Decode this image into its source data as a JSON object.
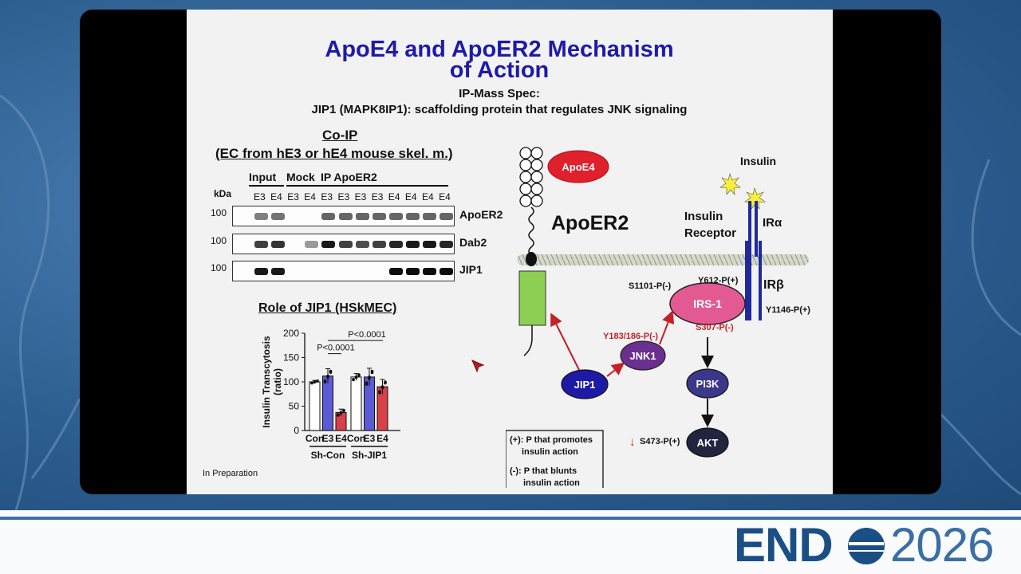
{
  "slide": {
    "title_line1": "ApoE4 and ApoER2 Mechanism",
    "title_line2": "of Action",
    "subtitle_line1": "IP-Mass Spec:",
    "subtitle_line2": "JIP1 (MAPK8IP1): scaffolding protein that regulates JNK signaling",
    "footnote": "In Preparation"
  },
  "coip": {
    "title": "Co-IP",
    "subtitle": "(EC from hE3 or hE4 mouse skel. m.)",
    "kda_label": "kDa",
    "group_labels": [
      "Input",
      "Mock",
      "IP ApoER2"
    ],
    "lane_labels": [
      "E3",
      "E4",
      "E3",
      "E4",
      "E3",
      "E3",
      "E3",
      "E3",
      "E4",
      "E4",
      "E4",
      "E4"
    ],
    "marker": "100",
    "blots": [
      {
        "name": "ApoER2",
        "lanes": [
          0.5,
          0.55,
          0,
          0,
          0.6,
          0.6,
          0.6,
          0.6,
          0.6,
          0.6,
          0.6,
          0.6
        ]
      },
      {
        "name": "Dab2",
        "lanes": [
          0.75,
          0.8,
          0,
          0.4,
          0.9,
          0.75,
          0.7,
          0.75,
          0.85,
          0.9,
          0.9,
          0.85
        ]
      },
      {
        "name": "JIP1",
        "lanes": [
          0.9,
          0.9,
          0,
          0,
          0,
          0,
          0,
          0,
          0.95,
          0.95,
          0.95,
          0.95
        ]
      }
    ]
  },
  "chart_title": "Role of JIP1 (HSkMEC)",
  "chart_data": {
    "type": "bar",
    "title": "Role of JIP1 (HSkMEC)",
    "ylabel_line1": "Insulin Transcytosis",
    "ylabel_line2": "(ratio)",
    "ylim": [
      0,
      200
    ],
    "yticks": [
      "0",
      "50",
      "100",
      "150",
      "200"
    ],
    "categories": [
      "Con",
      "E3",
      "E4",
      "Con",
      "E3",
      "E4"
    ],
    "groups": [
      "Sh-Con",
      "Sh-JIP1"
    ],
    "values": [
      100,
      112,
      37,
      110,
      110,
      90
    ],
    "errors": [
      3,
      15,
      7,
      7,
      18,
      15
    ],
    "colors": [
      "#ffffff",
      "#5b5bd6",
      "#d94047",
      "#ffffff",
      "#5b5bd6",
      "#d94047"
    ],
    "annotations": [
      "P<0.0001",
      "P<0.0001"
    ]
  },
  "diagram": {
    "apoe4": "ApoE4",
    "apoer2": "ApoER2",
    "insulin": "Insulin",
    "insulin_receptor_line1": "Insulin",
    "insulin_receptor_line2": "Receptor",
    "ir_alpha": "IRα",
    "ir_beta": "IRβ",
    "irs1": "IRS-1",
    "jnk1": "JNK1",
    "jip1": "JIP1",
    "pi3k": "PI3K",
    "akt": "AKT",
    "s1101": "S1101-P(-)",
    "y612": "Y612-P(+)",
    "y1146": "Y1146-P(+)",
    "s307": "S307-P(-)",
    "y183": "Y183/186-P(-)",
    "s473": "S473-P(+)",
    "down_arrow": "↓",
    "legend_line1": "(+): P that promotes",
    "legend_line2": "insulin action",
    "legend_line3": "(-): P that blunts",
    "legend_line4": "insulin action"
  },
  "brand": {
    "logo_text": "END",
    "logo_year": "2026",
    "primary": "#1a4f86",
    "accent": "#2b6fb0"
  }
}
